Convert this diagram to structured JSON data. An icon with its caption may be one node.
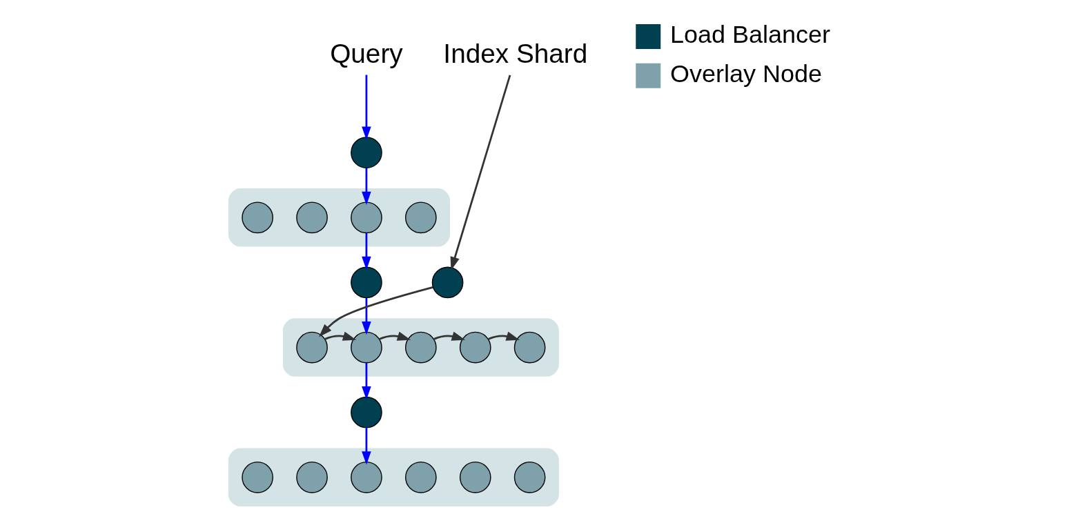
{
  "diagram": {
    "nodes": [
      {
        "text": [
          "Query"
        ]
      },
      {
        "text": [],
        "shape": "circle"
      },
      {
        "text": [],
        "shape": "box"
      },
      {
        "text": [],
        "shape": "circle",
        "in": 2
      },
      {
        "text": [],
        "shape": "circle",
        "in": 2
      },
      {
        "text": [],
        "shape": "circle",
        "in": 2
      },
      {
        "text": [],
        "shape": "circle",
        "in": 2
      },
      {
        "text": [],
        "shape": "circle"
      },
      {
        "text": [
          "Index Shard"
        ]
      },
      {
        "text": [],
        "shape": "circle"
      },
      {
        "text": [],
        "shape": "box"
      },
      {
        "text": [],
        "shape": "circle",
        "in": 10
      },
      {
        "text": [],
        "shape": "circle",
        "in": 10
      },
      {
        "text": [],
        "shape": "circle",
        "in": 10
      },
      {
        "text": [],
        "shape": "circle",
        "in": 10
      },
      {
        "text": [],
        "shape": "circle",
        "in": 10
      },
      {
        "text": [],
        "shape": "circle"
      },
      {
        "text": [],
        "shape": "box"
      },
      {
        "text": [],
        "shape": "circle",
        "in": 17
      },
      {
        "text": [],
        "shape": "circle",
        "in": 17
      },
      {
        "text": [],
        "shape": "circle",
        "in": 17
      },
      {
        "text": [],
        "shape": "circle",
        "in": 17
      },
      {
        "text": [],
        "shape": "circle",
        "in": 17
      },
      {
        "text": [],
        "shape": "circle",
        "in": 17
      }
    ],
    "edges": [
      {
        "from": 0,
        "to": 1,
        "arrow": "to",
        "color": "#0000ff"
      },
      {
        "from": 1,
        "to": 5,
        "arrow": "to",
        "color": "#0000ff"
      },
      {
        "from": 5,
        "to": 7,
        "arrow": "to",
        "color": "#0000ff"
      },
      {
        "from": 7,
        "to": 12,
        "arrow": "to",
        "color": "#0000ff"
      },
      {
        "from": 8,
        "to": 9,
        "arrow": "to",
        "color": "#333333"
      },
      {
        "from": 9,
        "to": 11,
        "arrow": "to",
        "color": "#333333"
      },
      {
        "from": 11,
        "to": 12,
        "arrow": "to",
        "color": "#333333"
      },
      {
        "from": 12,
        "to": 13,
        "arrow": "to",
        "color": "#333333"
      },
      {
        "from": 13,
        "to": 14,
        "arrow": "to",
        "color": "#333333"
      },
      {
        "from": 14,
        "to": 15,
        "arrow": "to",
        "color": "#333333"
      },
      {
        "from": 12,
        "to": 16,
        "arrow": "to",
        "color": "#0000ff"
      },
      {
        "from": 16,
        "to": 20,
        "arrow": "to",
        "color": "#0000ff"
      }
    ],
    "legend": [
      {
        "text": "Load Balancer",
        "color": "#004050"
      },
      {
        "text": "Overlay Node",
        "color": "#7fa1ab"
      }
    ]
  }
}
